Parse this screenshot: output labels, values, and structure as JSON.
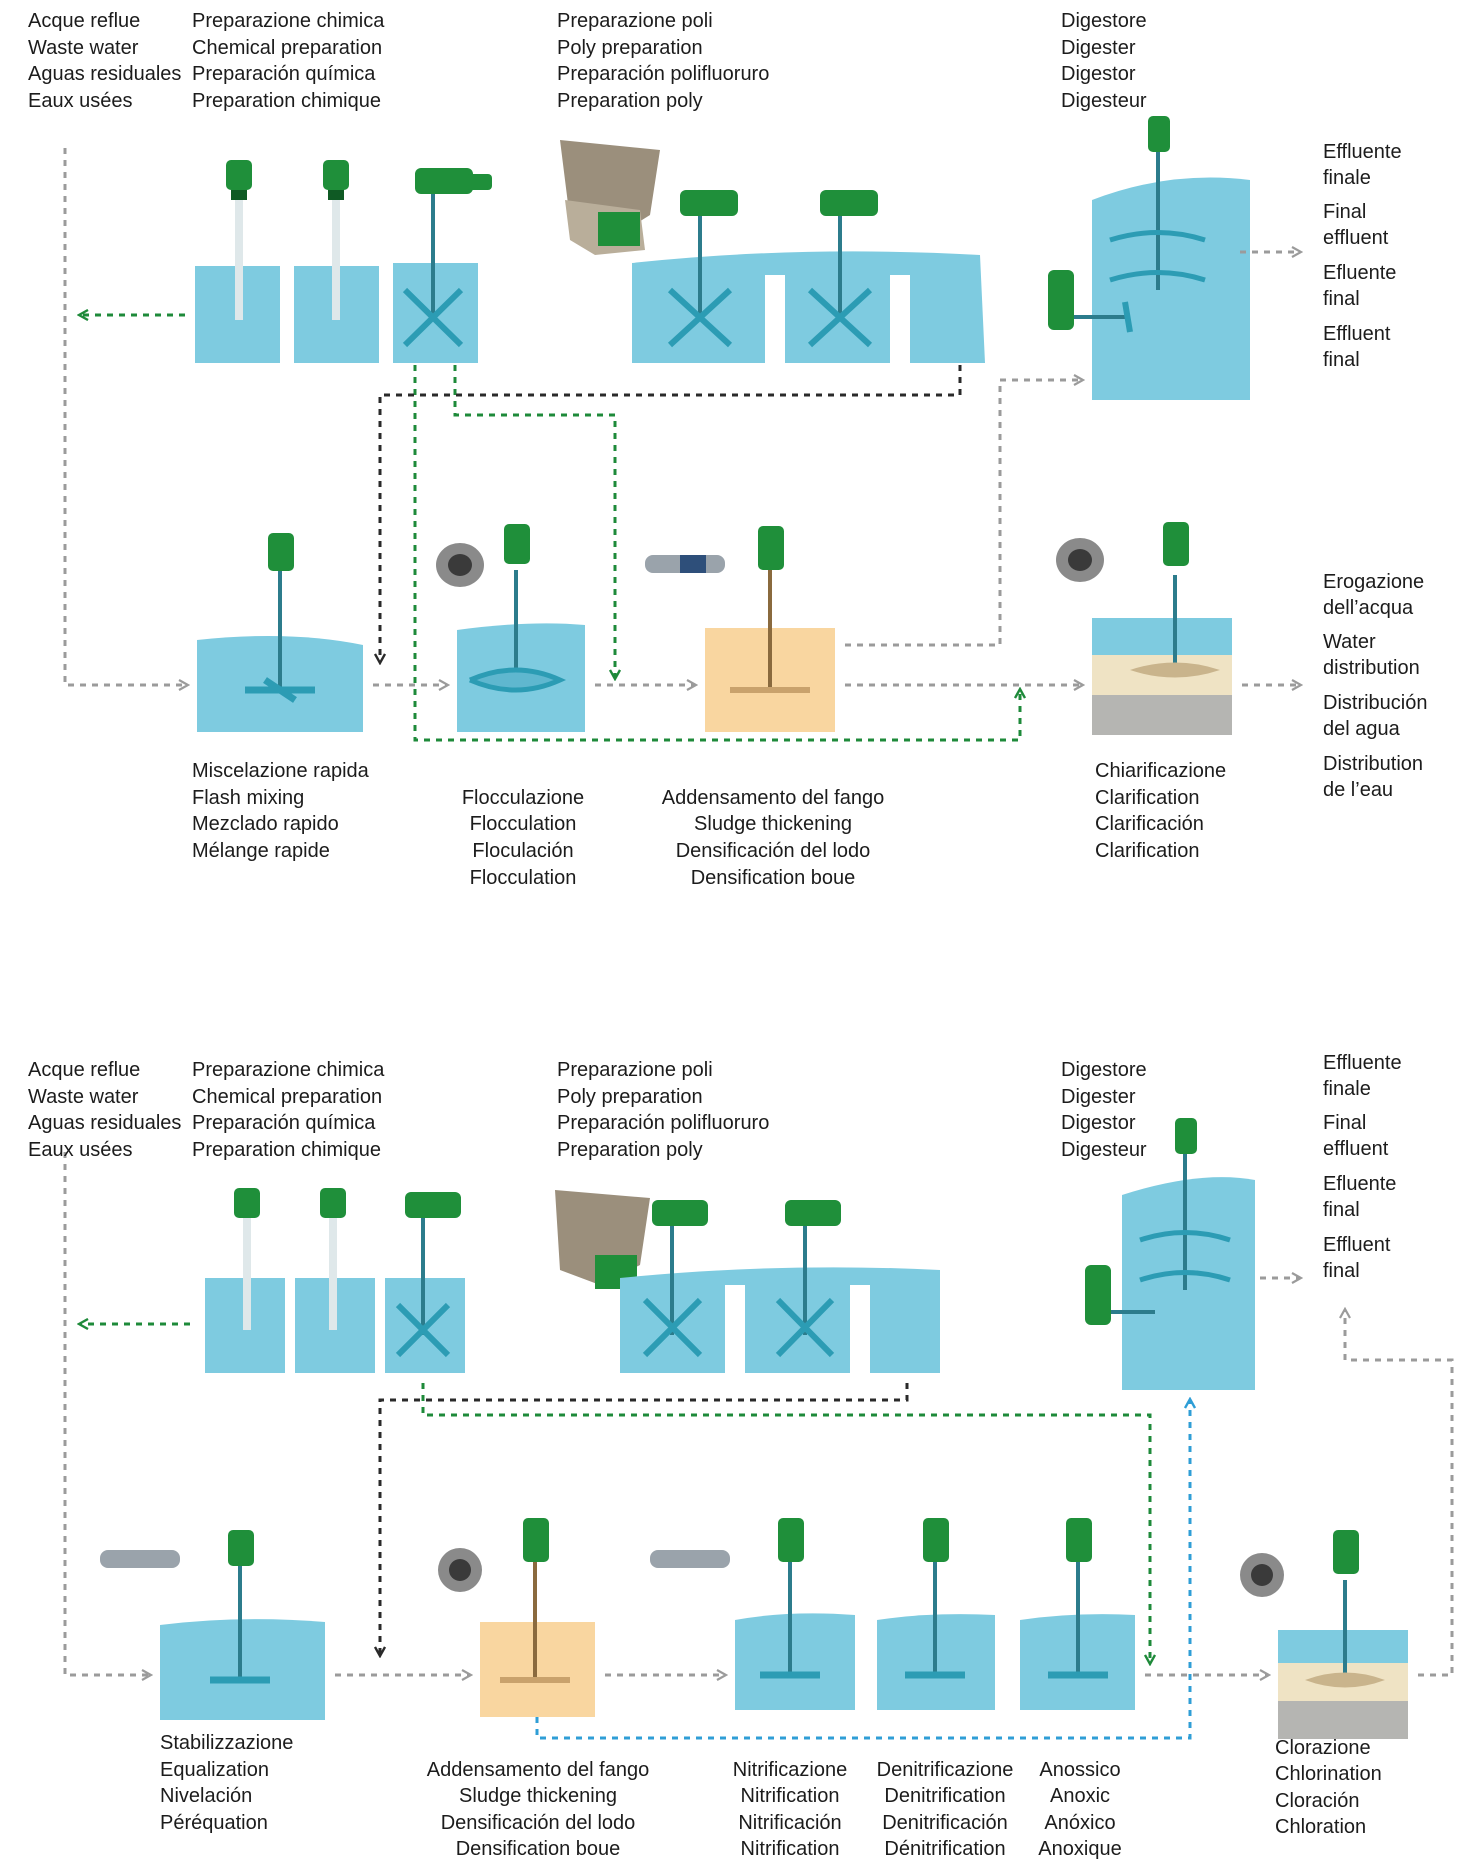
{
  "diagram1": {
    "inlet": [
      "Acque reflue",
      "Waste water",
      "Aguas residuales",
      "Eaux usées"
    ],
    "chemical": [
      "Preparazione chimica",
      "Chemical preparation",
      "Preparación química",
      "Preparation chimique"
    ],
    "poly": [
      "Preparazione poli",
      "Poly preparation",
      "Preparación polifluoruro",
      "Preparation poly"
    ],
    "digester": [
      "Digestore",
      "Digester",
      "Digestor",
      "Digesteur"
    ],
    "final_effluent": [
      "Effluente",
      "finale",
      "Final",
      "effluent",
      "Efluente",
      "final",
      "Effluent",
      "final"
    ],
    "flash_mixing": [
      "Miscelazione rapida",
      "Flash mixing",
      "Mezclado rapido",
      "Mélange rapide"
    ],
    "flocculation": [
      "Flocculazione",
      "Flocculation",
      "Floculación",
      "Flocculation"
    ],
    "thickening": [
      "Addensamento del fango",
      "Sludge thickening",
      "Densificación del lodo",
      "Densification boue"
    ],
    "clarification": [
      "Chiarificazione",
      "Clarification",
      "Clarificación",
      "Clarification"
    ],
    "water_distribution": [
      "Erogazione",
      "dell’acqua",
      "Water",
      "distribution",
      "Distribución",
      "del agua",
      "Distribution",
      "de l’eau"
    ]
  },
  "diagram2": {
    "inlet": [
      "Acque reflue",
      "Waste water",
      "Aguas residuales",
      "Eaux usées"
    ],
    "chemical": [
      "Preparazione chimica",
      "Chemical preparation",
      "Preparación química",
      "Preparation chimique"
    ],
    "poly": [
      "Preparazione poli",
      "Poly preparation",
      "Preparación polifluoruro",
      "Preparation poly"
    ],
    "digester": [
      "Digestore",
      "Digester",
      "Digestor",
      "Digesteur"
    ],
    "final_effluent": [
      "Effluente",
      "finale",
      "Final",
      "effluent",
      "Efluente",
      "final",
      "Effluent",
      "final"
    ],
    "equalization": [
      "Stabilizzazione",
      "Equalization",
      "Nivelación",
      "Péréquation"
    ],
    "thickening": [
      "Addensamento del fango",
      "Sludge thickening",
      "Densificación del lodo",
      "Densification boue"
    ],
    "nitrification": [
      "Nitrificazione",
      "Nitrification",
      "Nitrificación",
      "Nitrification"
    ],
    "denitrification": [
      "Denitrificazione",
      "Denitrification",
      "Denitrificación",
      "Dénitrification"
    ],
    "anoxic": [
      "Anossico",
      "Anoxic",
      "Anóxico",
      "Anoxique"
    ],
    "chlorination": [
      "Clorazione",
      "Chlorination",
      "Cloración",
      "Chloration"
    ]
  },
  "colors": {
    "water": "#7ecbe0",
    "sludge": "#f9d6a0",
    "sediment": "#b5b5b2",
    "sand": "#efe3c4",
    "motor": "#1f8f3a",
    "shaft": "#2c7c8c",
    "flow_grey": "#9b9b9b",
    "flow_green": "#1e8a3a",
    "flow_black": "#2a2a2a",
    "flow_blue": "#2f9ed6"
  }
}
